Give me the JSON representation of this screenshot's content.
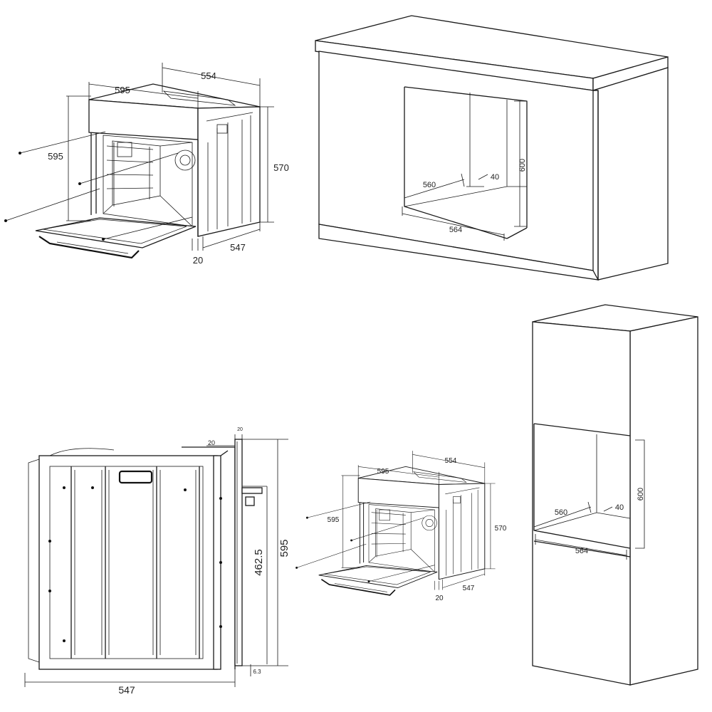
{
  "oven_perspective_large": {
    "width_top": "554",
    "width_front": "595",
    "height_left": "595",
    "height_right": "570",
    "depth": "547",
    "offset": "20"
  },
  "cabinet_under_counter": {
    "opening_width_rear": "560",
    "clearance": "40",
    "opening_height": "600",
    "opening_width_front": "564"
  },
  "oven_side_view": {
    "top_offset_front": "20",
    "top_offset_door": "20",
    "inner_height": "462.5",
    "overall_height": "595",
    "bottom_offset": "6.3",
    "overall_depth": "547"
  },
  "oven_perspective_small": {
    "width_top": "554",
    "width_front": "595",
    "height_left": "595",
    "height_right": "570",
    "depth": "547",
    "offset": "20"
  },
  "cabinet_tall": {
    "opening_width_rear": "560",
    "clearance": "40",
    "opening_height": "600",
    "opening_width_front": "564"
  }
}
